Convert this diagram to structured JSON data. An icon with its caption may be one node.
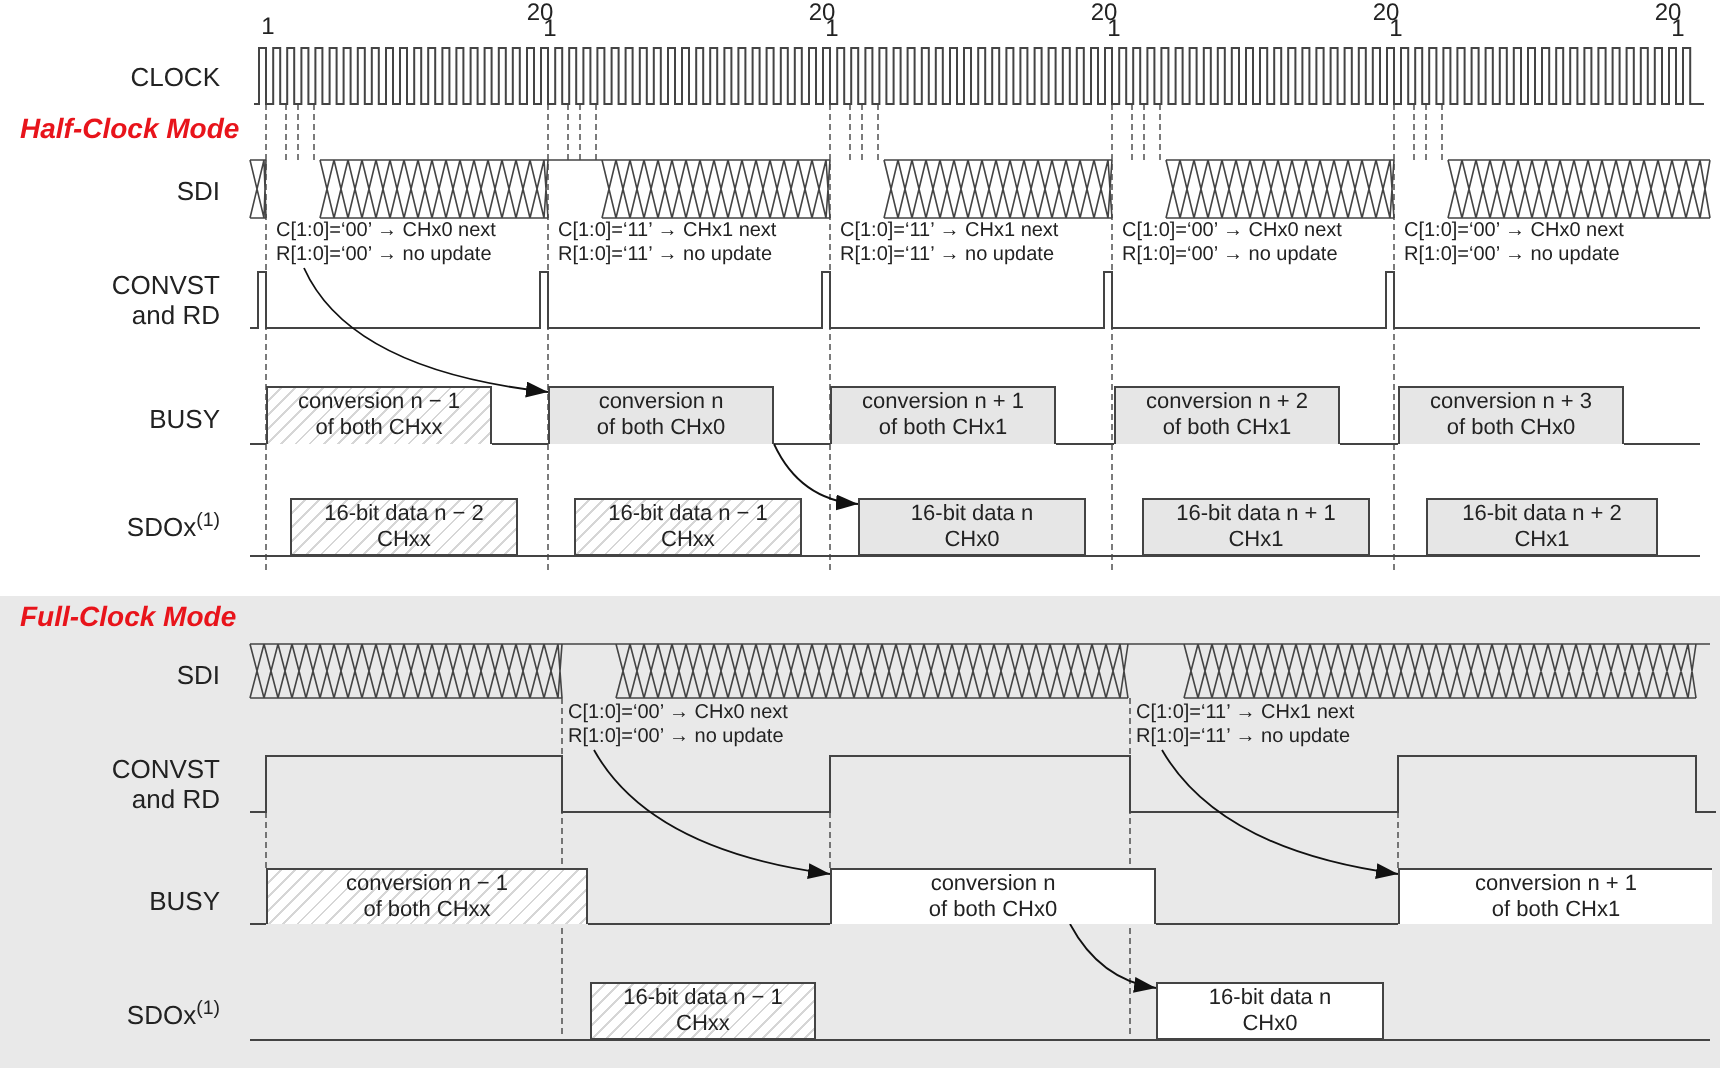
{
  "diagram": {
    "nodes": [
      {
        "text": [
          "C[1:0]=‘00’ → CHx0 next",
          "R[1:0]=‘00’ → no update"
        ]
      },
      {
        "text": [
          "conversion n − 1 of both CHxx"
        ]
      },
      {
        "text": [
          "conversion n of both CHx0"
        ]
      },
      {
        "text": [
          "conversion n + 1 of both CHx1"
        ]
      },
      {
        "text": [
          "conversion n + 2 of both CHx1"
        ]
      },
      {
        "text": [
          "conversion n + 3 of both CHx0"
        ]
      },
      {
        "text": [
          "16-bit data n − 2 CHxx"
        ]
      },
      {
        "text": [
          "16-bit data n − 1 CHxx"
        ]
      },
      {
        "text": [
          "16-bit data n CHx0"
        ]
      },
      {
        "text": [
          "16-bit data n + 1 CHx1"
        ]
      },
      {
        "text": [
          "16-bit data n + 2 CHx1"
        ]
      },
      {
        "text": [
          "C[1:0]=‘00’ → CHx0 next",
          "R[1:0]=‘00’ → no update"
        ]
      },
      {
        "text": [
          "C[1:0]=‘11’ → CHx1 next",
          "R[1:0]=‘11’ → no update"
        ]
      },
      {
        "text": [
          "conversion n − 1 of both CHxx"
        ]
      },
      {
        "text": [
          "conversion n of both CHx0"
        ]
      },
      {
        "text": [
          "conversion n + 1 of both CHx1"
        ]
      },
      {
        "text": [
          "16-bit data n − 1 CHxx"
        ]
      },
      {
        "text": [
          "16-bit data n CHx0"
        ]
      }
    ],
    "edges": [
      {
        "from": 0,
        "to": 2,
        "arrow": "to"
      },
      {
        "from": 2,
        "to": 8,
        "arrow": "to"
      },
      {
        "from": 11,
        "to": 14,
        "arrow": "to"
      },
      {
        "from": 14,
        "to": 17,
        "arrow": "to"
      },
      {
        "from": 12,
        "to": 15,
        "arrow": "to"
      }
    ],
    "labels": [
      "1",
      "20",
      "1",
      "20",
      "1",
      "20",
      "1",
      "20",
      "1",
      "20",
      "1",
      "CLOCK",
      "Half-Clock Mode",
      "SDI",
      "C[1:0]=‘11’ → CHx1 next",
      "R[1:0]=‘11’ → no update",
      "C[1:0]=‘11’ → CHx1 next",
      "R[1:0]=‘11’ → no update",
      "C[1:0]=‘00’ → CHx0 next",
      "R[1:0]=‘00’ → no update",
      "C[1:0]=‘00’ → CHx0 next",
      "R[1:0]=‘00’ → no update",
      "CONVST and RD",
      "BUSY",
      "SDOx$^{(1)}$",
      "Full-Clock Mode",
      "SDI",
      "CONVST and RD",
      "BUSY",
      "SDOx$^{(1)}$"
    ]
  }
}
